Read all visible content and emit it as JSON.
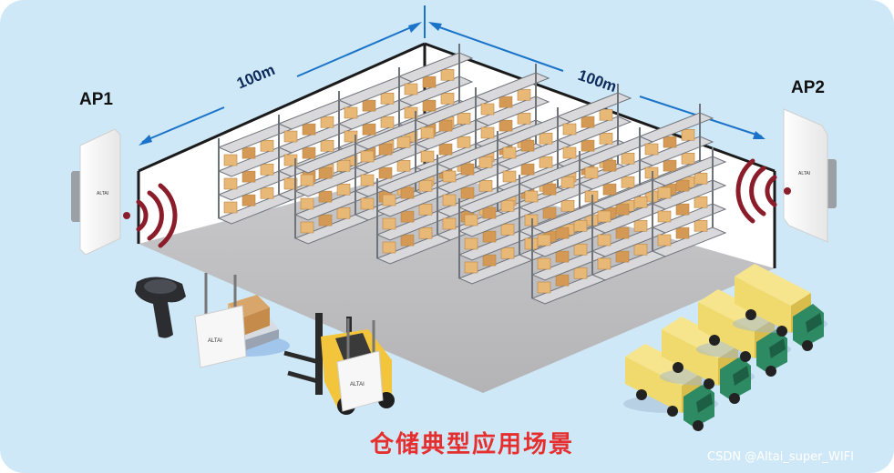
{
  "labels": {
    "ap1": "AP1",
    "ap2": "AP2",
    "distance_left": "100m",
    "distance_right": "100m",
    "caption": "仓储典型应用场景",
    "watermark": "CSDN @Altai_super_WIFI",
    "device_brand": "ALTAI"
  },
  "colors": {
    "background": "#cfe8f7",
    "floor": "#bfbfc1",
    "wall": "#ffffff",
    "dimension_line": "#1a73c8",
    "signal": "#8b1c2a",
    "caption": "#e52e2e",
    "box": "#e8b877",
    "box_dark": "#d49a55",
    "shelf": "#6f737a",
    "truck_cargo": "#f1da6d",
    "truck_cab": "#2e8a63"
  }
}
